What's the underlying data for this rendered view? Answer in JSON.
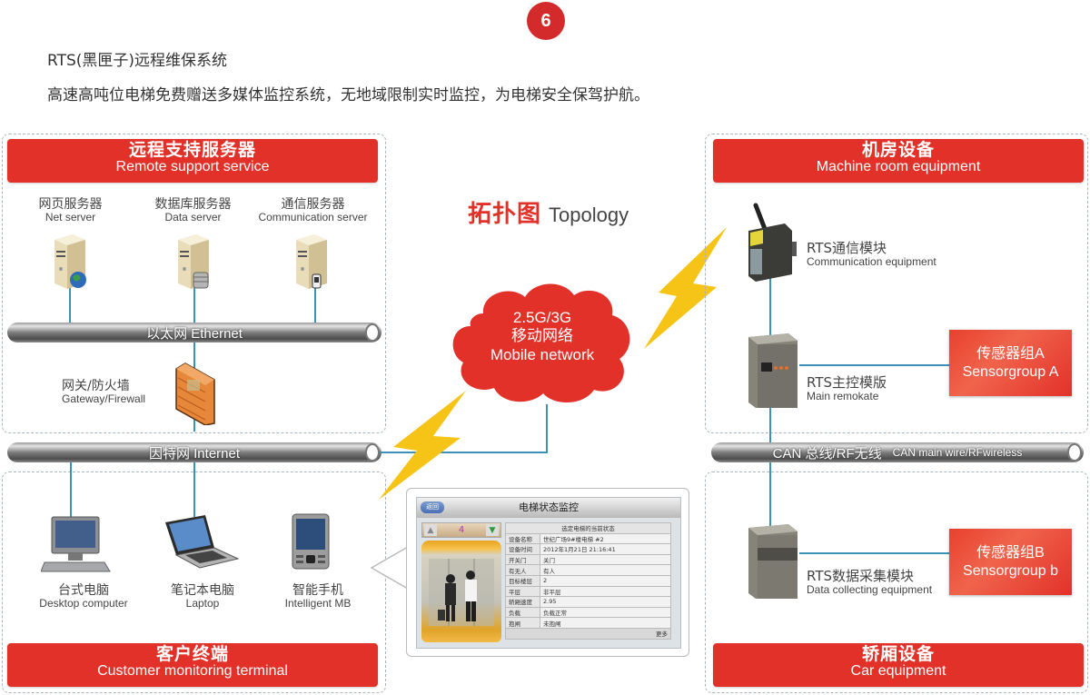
{
  "step_badge": "6",
  "intro": {
    "title": "RTS(黑匣子)远程维保系统",
    "description": "高速高吨位电梯免费赠送多媒体监控系统，无地域限制实时监控，为电梯安全保驾护航。"
  },
  "topology": {
    "title_zh": "拓扑图",
    "title_en": "Topology"
  },
  "remote_support": {
    "header_zh": "远程支持服务器",
    "header_en": "Remote support  service",
    "servers": [
      {
        "zh": "网页服务器",
        "en": "Net server",
        "icon": "server-globe-icon"
      },
      {
        "zh": "数据库服务器",
        "en": "Data server",
        "icon": "server-database-icon"
      },
      {
        "zh": "通信服务器",
        "en": "Communication server",
        "icon": "server-phone-icon"
      }
    ],
    "ethernet_bus": "以太网  Ethernet",
    "gateway": {
      "zh": "网关/防火墙",
      "en": "Gateway/Firewall",
      "icon": "firewall-icon"
    }
  },
  "internet_bus": "因特网  Internet",
  "mobile_network": {
    "line1": "2.5G/3G",
    "line2": "移动网络",
    "line3": "Mobile network"
  },
  "customer_terminal": {
    "header_zh": "客户终端",
    "header_en": "Customer monitoring terminal",
    "devices": [
      {
        "zh": "台式电脑",
        "en": "Desktop computer",
        "icon": "desktop-computer-icon"
      },
      {
        "zh": "笔记本电脑",
        "en": "Laptop",
        "icon": "laptop-icon"
      },
      {
        "zh": "智能手机",
        "en": "Intelligent MB",
        "icon": "smartphone-icon"
      }
    ]
  },
  "elevator_monitor": {
    "title": "电梯状态监控",
    "back_label": "返回",
    "floor_indicator": "4",
    "table_caption": "选定电梯的当前状态",
    "rows": [
      {
        "key": "设备名称",
        "value": "世纪广场9#楼电梯 #2"
      },
      {
        "key": "设备时间",
        "value": "2012年1月21日 21:16:41"
      },
      {
        "key": "开关门",
        "value": "关门"
      },
      {
        "key": "有无人",
        "value": "有人"
      },
      {
        "key": "目标楼层",
        "value": "2"
      },
      {
        "key": "平层",
        "value": "非平层"
      },
      {
        "key": "轿厢速度",
        "value": "2.95"
      },
      {
        "key": "负载",
        "value": "负载正常"
      },
      {
        "key": "抱闸",
        "value": "未抱闸"
      }
    ],
    "more_label": "更多"
  },
  "machine_room": {
    "header_zh": "机房设备",
    "header_en": "Machine room equipment",
    "comm_module": {
      "zh": "RTS通信模块",
      "en": "Communication equipment"
    },
    "main_board": {
      "zh": "RTS主控模版",
      "en": "Main remokate"
    },
    "sensor_a": {
      "zh": "传感器组A",
      "en": "Sensorgroup A"
    }
  },
  "can_bus": {
    "zh": "CAN 总线/RF无线",
    "en": "CAN main wire/RFwireless"
  },
  "car_equipment": {
    "header_zh": "轿厢设备",
    "header_en": "Car equipment",
    "data_module": {
      "zh": "RTS数据采集模块",
      "en": "Data collecting equipment"
    },
    "sensor_b": {
      "zh": "传感器组B",
      "en": "Sensorgroup b"
    }
  },
  "colors": {
    "accent_red": "#e23129",
    "line_blue": "#3a93b7",
    "bolt_yellow": "#f6c417",
    "dashed_border": "#a9b4bc"
  }
}
